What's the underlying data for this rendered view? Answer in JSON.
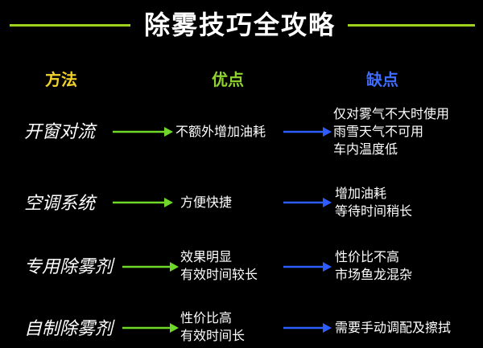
{
  "title": "除雾技巧全攻略",
  "headers": {
    "method": "方法",
    "pros": "优点",
    "cons": "缺点"
  },
  "colors": {
    "background": "#000000",
    "title_line": "#9ed21e",
    "header_method": "#f2d22a",
    "header_pros": "#8fd42d",
    "header_cons": "#3d6cff",
    "arrow_green": "#6fd82a",
    "arrow_blue": "#2f5cff"
  },
  "rows": [
    {
      "method": "开窗对流",
      "pros": [
        "不额外增加油耗"
      ],
      "cons": [
        "仅对雾气不大时使用",
        "雨雪天气不可用",
        "车内温度低"
      ]
    },
    {
      "method": "空调系统",
      "pros": [
        "方便快捷"
      ],
      "cons": [
        "增加油耗",
        "等待时间稍长"
      ]
    },
    {
      "method": "专用除雾剂",
      "pros": [
        "效果明显",
        "有效时间较长"
      ],
      "cons": [
        "性价比不高",
        "市场鱼龙混杂"
      ]
    },
    {
      "method": "自制除雾剂",
      "pros": [
        "性价比高",
        "有效时间长"
      ],
      "cons": [
        "需要手动调配及擦拭"
      ]
    }
  ]
}
